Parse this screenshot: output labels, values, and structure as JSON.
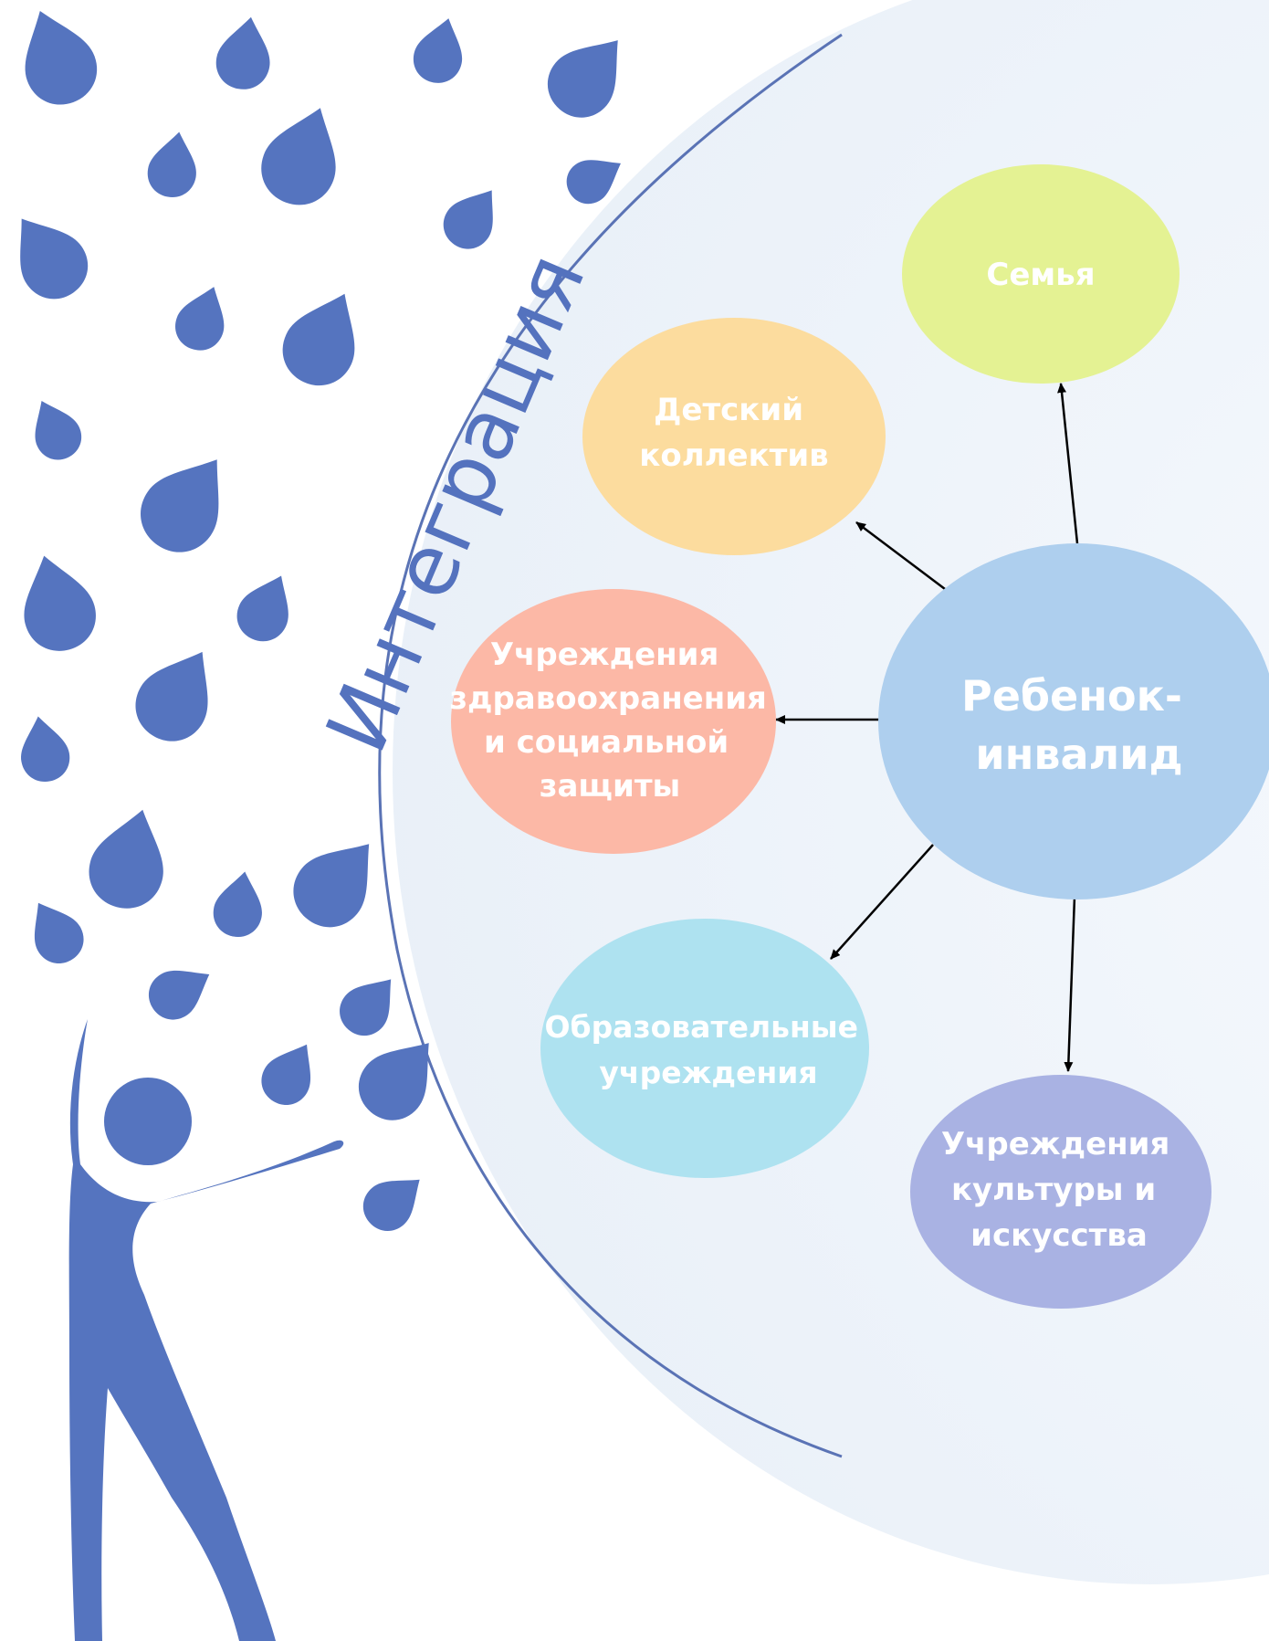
{
  "side_title": "Интеграция",
  "colors": {
    "drop": "#5574bf",
    "arc": "#5a73b5",
    "disc": "#eef3f9",
    "arrow": "#000000",
    "text": "#ffffff"
  },
  "icons": [
    "water-drop-icon",
    "person-figure-icon"
  ],
  "center": {
    "line1": "Ребенок-",
    "line2": "инвалид",
    "color": "#aecfee"
  },
  "nodes": {
    "family": {
      "lines": [
        "Семья"
      ],
      "color": "#e4f293"
    },
    "children_collective": {
      "lines": [
        "Детский",
        "коллектив"
      ],
      "color": "#fcdc9e"
    },
    "healthcare": {
      "lines": [
        "Учреждения",
        "здравоохранения",
        "и социальной",
        "защиты"
      ],
      "color": "#fcb8a6"
    },
    "education": {
      "lines": [
        "Образовательные",
        "учреждения"
      ],
      "color": "#aee2f0"
    },
    "culture": {
      "lines": [
        "Учреждения",
        "культуры и",
        "искусства"
      ],
      "color": "#a9b2e3"
    }
  }
}
